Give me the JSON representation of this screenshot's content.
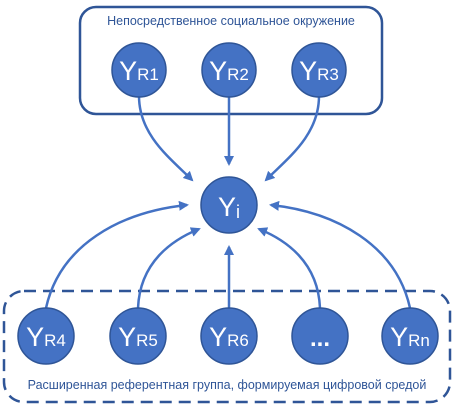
{
  "colors": {
    "node_fill": "#4472C4",
    "node_stroke": "#2F5597",
    "line": "#4472C4",
    "label": "#2F5597"
  },
  "groups": {
    "top_label": "Непосредственное социальное окружение",
    "bottom_label": "Расширенная референтная группа, формируемая цифровой средой"
  },
  "center": {
    "base": "Y",
    "sub": "i"
  },
  "top_nodes": [
    {
      "base": "Y",
      "sub": "R1"
    },
    {
      "base": "Y",
      "sub": "R2"
    },
    {
      "base": "Y",
      "sub": "R3"
    }
  ],
  "bottom_nodes": [
    {
      "base": "Y",
      "sub": "R4"
    },
    {
      "base": "Y",
      "sub": "R5"
    },
    {
      "base": "Y",
      "sub": "R6"
    },
    {
      "base": "",
      "sub": "",
      "ellipsis": "..."
    },
    {
      "base": "Y",
      "sub": "Rn"
    }
  ]
}
